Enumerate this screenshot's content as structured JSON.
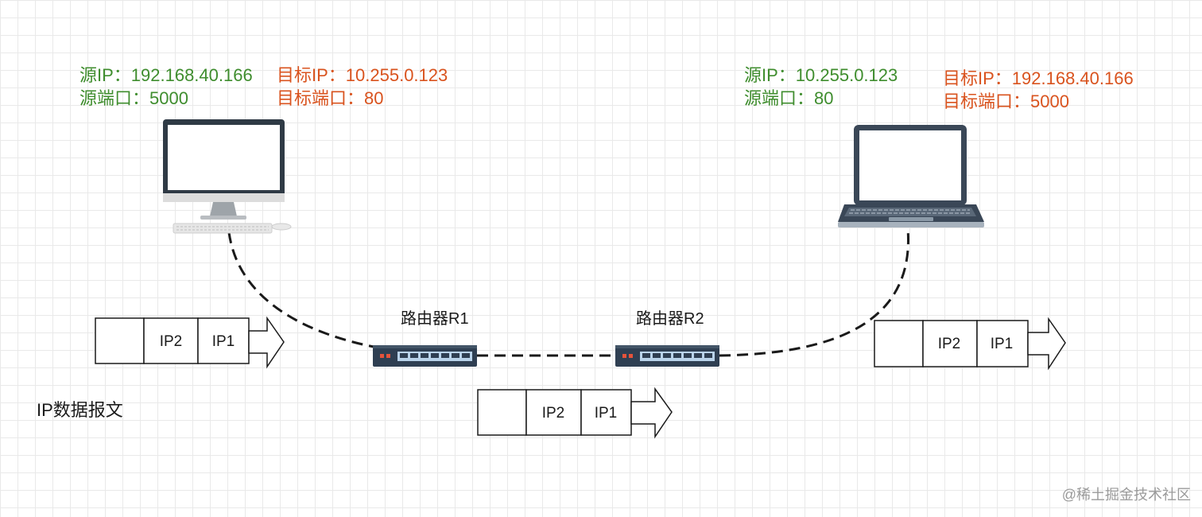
{
  "source": {
    "src_ip": "源IP：192.168.40.166",
    "src_port": "源端口：5000",
    "dst_ip": "目标IP：10.255.0.123",
    "dst_port": "目标端口：80"
  },
  "destination": {
    "src_ip": "源IP：10.255.0.123",
    "src_port": "源端口：80",
    "dst_ip": "目标IP：192.168.40.166",
    "dst_port": "目标端口：5000"
  },
  "routers": {
    "r1": "路由器R1",
    "r2": "路由器R2"
  },
  "packet": {
    "field2": "IP2",
    "field1": "IP1"
  },
  "caption": "IP数据报文",
  "watermark": "@稀土掘金技术社区",
  "colors": {
    "source_text": "#3f8d2e",
    "destination_text": "#d9531e",
    "device_dark": "#2f3f52",
    "device_screen": "#ffffff",
    "link_line": "#1a1a1a",
    "router_port": "#b9d3ea",
    "router_led": "#e5533b"
  },
  "icons": {
    "source_device": "desktop-computer-icon",
    "destination_device": "laptop-icon",
    "router": "network-switch-icon",
    "direction": "outline-arrow-icon"
  }
}
